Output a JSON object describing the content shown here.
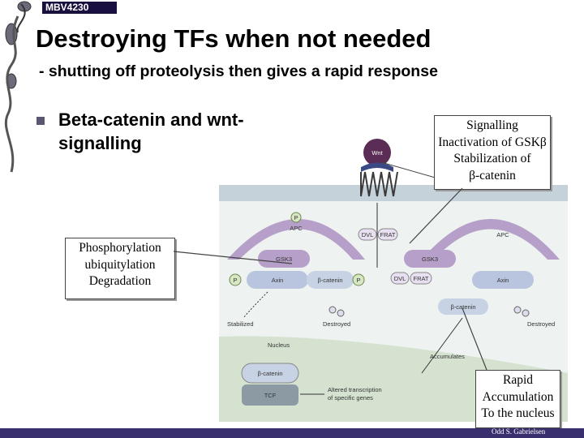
{
  "header": {
    "tag": "MBV4230"
  },
  "title": "Destroying TFs when not needed",
  "subtitle": "- shutting off proteolysis then gives a rapid response",
  "bullet": {
    "text": "Beta-catenin and wnt-signalling"
  },
  "callouts": {
    "signalling": [
      "Signalling",
      "Inactivation of GSKβ",
      "Stabilization of",
      "β-catenin"
    ],
    "degradation": [
      "Phosphorylation",
      "ubiquitylation",
      "Degradation"
    ],
    "accumulation": [
      "Rapid",
      "Accumulation",
      "To the nucleus"
    ]
  },
  "diagram": {
    "wnt": "Wnt",
    "p": "P",
    "apc": "APC",
    "dvl": "DVL",
    "frat": "FRAT",
    "gsk3": "GSK3",
    "axin": "Axin",
    "beta_catenin": "β-catenin",
    "stabilized": "Stabilized",
    "destroyed": "Destroyed",
    "nucleus": "Nucleus",
    "accumulates": "Accumulates",
    "tcf": "TCF",
    "altered_line1": "Altered transcription",
    "altered_line2": "of specific genes"
  },
  "footer": {
    "credit": "Odd S. Gabrielsen"
  },
  "colors": {
    "footer": "#3a2f6e",
    "membrane": "#c6d2da",
    "apc": "#b69fc8",
    "axin": "#b9c5df",
    "catenin": "#c7d2e4",
    "wnt": "#5a2c56"
  }
}
